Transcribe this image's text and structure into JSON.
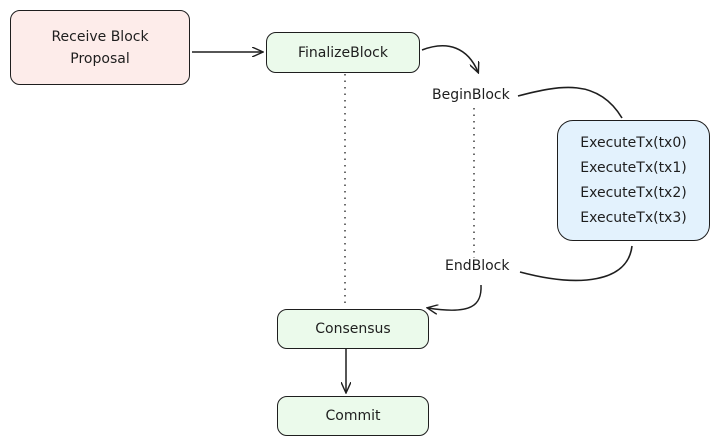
{
  "nodes": {
    "receive": {
      "lines": [
        "Receive Block",
        "Proposal"
      ]
    },
    "finalize": {
      "label": "FinalizeBlock"
    },
    "consensus": {
      "label": "Consensus"
    },
    "commit": {
      "label": "Commit"
    },
    "execute": {
      "lines": [
        "ExecuteTx(tx0)",
        "ExecuteTx(tx1)",
        "ExecuteTx(tx2)",
        "ExecuteTx(tx3)"
      ]
    }
  },
  "labels": {
    "begin": "BeginBlock",
    "end": "EndBlock"
  },
  "colors": {
    "stroke": "#1e1e1e",
    "receive_fill": "#fdecea",
    "step_fill": "#ebfaeb",
    "execute_fill": "#e3f2fd"
  }
}
